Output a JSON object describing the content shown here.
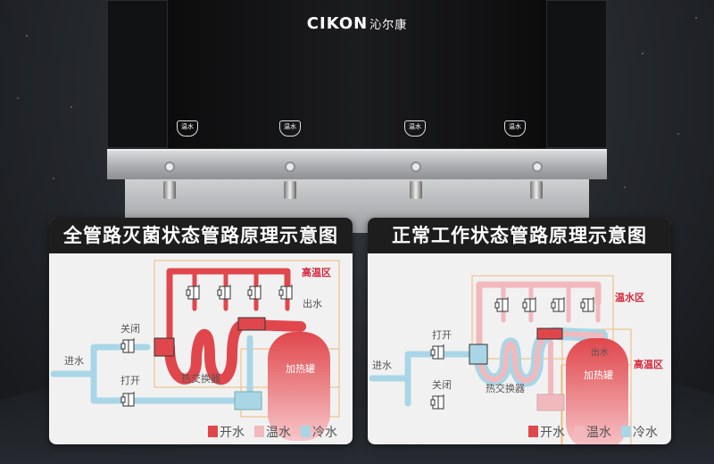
{
  "product": {
    "logo_text": "CIKON",
    "logo_cn": "沁尔康",
    "tap_badges": [
      "温水",
      "温水",
      "温水",
      "温水"
    ]
  },
  "colors": {
    "boiling": "#e0474c",
    "warm": "#f2b9bd",
    "cold": "#a9d6e6",
    "zone_border": "#f0b978",
    "zone_label": "#d6263a"
  },
  "left_diagram": {
    "title": "全管路灭菌状态管路原理示意图",
    "zone_label": "高温区",
    "outlet_label": "出水",
    "inlet_label": "进水",
    "valve_top_label": "关闭",
    "valve_bottom_label": "打开",
    "exchanger_label": "热交换器",
    "tank_label": "加热罐",
    "legend": [
      "开水",
      "温水",
      "冷水"
    ]
  },
  "right_diagram": {
    "title": "正常工作状态管路原理示意图",
    "warm_zone_label": "温水区",
    "hot_zone_label": "高温区",
    "outlet_label": "出水",
    "inlet_label": "进水",
    "valve_top_label": "打开",
    "valve_bottom_label": "关闭",
    "exchanger_label": "热交换器",
    "tank_label": "加热罐",
    "legend": [
      "开水",
      "温水",
      "冷水"
    ]
  }
}
